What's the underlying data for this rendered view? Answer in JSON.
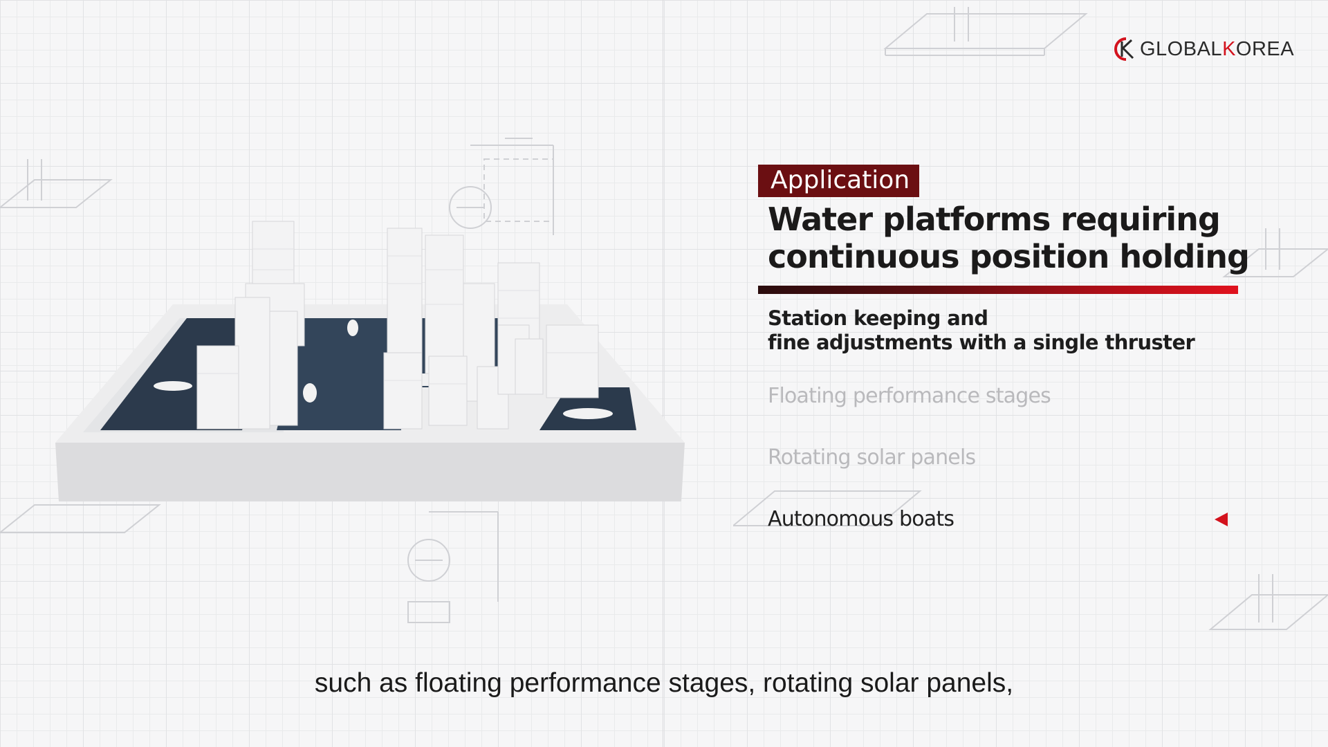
{
  "brand": {
    "logo_text_pre": "GLOBAL",
    "logo_text_k": "K",
    "logo_text_post": "OREA",
    "accent_color": "#d3121d",
    "dark_red": "#6b0f12"
  },
  "panel": {
    "tag": "Application",
    "title_line1": "Water platforms requiring",
    "title_line2": "continuous position holding",
    "subtitle_line1": "Station keeping and",
    "subtitle_line2": "fine adjustments with a single thruster",
    "items": [
      {
        "label": "Floating performance stages",
        "state": "dimmed"
      },
      {
        "label": "Rotating solar panels",
        "state": "dimmed"
      },
      {
        "label": "Autonomous boats",
        "state": "active"
      }
    ],
    "active_marker_icon": "triangle-left-icon"
  },
  "caption": "such as floating performance stages, rotating solar panels,"
}
